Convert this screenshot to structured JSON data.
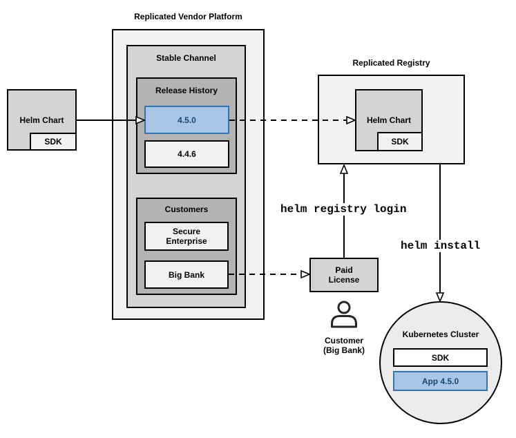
{
  "colors": {
    "highlight_fill": "#a8c7e7",
    "highlight_border": "#2e75b5",
    "highlight_text": "#17466f",
    "box_light": "#f2f2f2",
    "box_mid": "#d4d4d4",
    "box_dark": "#b3b3b3",
    "circle_fill": "#ececec",
    "line": "#000000"
  },
  "platform": {
    "title": "Replicated Vendor Platform"
  },
  "stable_channel": {
    "label": "Stable Channel"
  },
  "release_history": {
    "label": "Release History",
    "releases": [
      {
        "version": "4.5.0",
        "highlighted": true
      },
      {
        "version": "4.4.6",
        "highlighted": false
      }
    ]
  },
  "customers": {
    "label": "Customers",
    "items": [
      {
        "name": "Secure Enterprise"
      },
      {
        "name": "Big Bank"
      }
    ]
  },
  "vendor_helm_chart": {
    "label": "Helm Chart",
    "sdk": "SDK"
  },
  "registry": {
    "title": "Replicated Registry",
    "helm_chart": "Helm Chart",
    "sdk": "SDK"
  },
  "paid_license": {
    "label": "Paid License"
  },
  "customer": {
    "name": "Customer",
    "subtitle": "(Big Bank)"
  },
  "commands": {
    "registry_login": "helm registry login",
    "install": "helm install"
  },
  "cluster": {
    "title": "Kubernetes Cluster",
    "sdk": "SDK",
    "app": "App 4.5.0"
  }
}
